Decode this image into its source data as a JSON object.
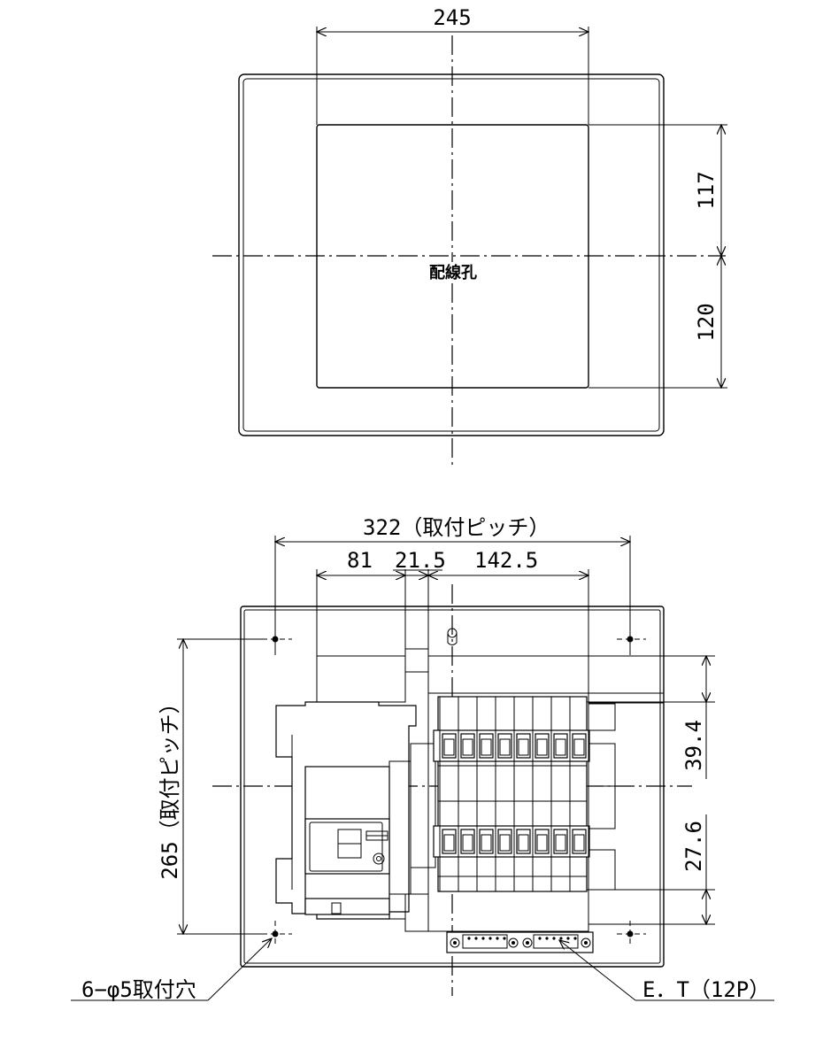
{
  "top_view": {
    "width_dim": "245",
    "upper_height_dim": "117",
    "lower_height_dim": "120",
    "hole_label": "配線孔"
  },
  "front_view": {
    "pitch_width_dim": "322（取付ピッチ）",
    "dim_81": "81",
    "dim_21_5": "21.5",
    "dim_142_5": "142.5",
    "pitch_height_dim": "265（取付ピッチ）",
    "dim_39_4": "39.4",
    "dim_27_6": "27.6",
    "mount_hole_label": "6−φ5取付穴",
    "terminal_label": "E．T（12P）"
  }
}
